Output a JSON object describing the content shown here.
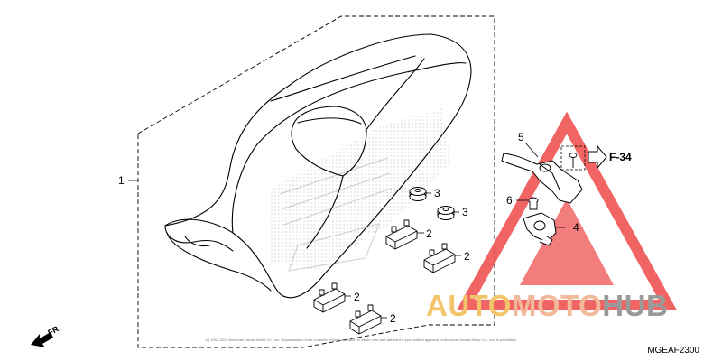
{
  "diagram": {
    "callouts": [
      {
        "id": "part-1",
        "label": "1"
      },
      {
        "id": "part-2a",
        "label": "2"
      },
      {
        "id": "part-2b",
        "label": "2"
      },
      {
        "id": "part-2c",
        "label": "2"
      },
      {
        "id": "part-2d",
        "label": "2"
      },
      {
        "id": "part-3a",
        "label": "3"
      },
      {
        "id": "part-3b",
        "label": "3"
      },
      {
        "id": "part-4",
        "label": "4"
      },
      {
        "id": "part-5",
        "label": "5"
      },
      {
        "id": "part-6",
        "label": "6"
      }
    ],
    "reference": "F-34",
    "front_marker": "FR.",
    "drawing_code": "MGEAF2300",
    "copyright": "(c) 2002-2019 American Honda Motor Co., Inc. Reproduction of the contents of this publication in whole or in part without the prior written approval of American Honda Motor Co., Inc. is prohibited."
  },
  "watermark": {
    "part1": "AUTO",
    "part2": "MOTO",
    "part3": "HUB",
    "colors": {
      "auto": "#f3c56a",
      "moto": "#f2b89a",
      "hub": "#9a9a9a",
      "triangle": "#ef4a4a"
    }
  }
}
